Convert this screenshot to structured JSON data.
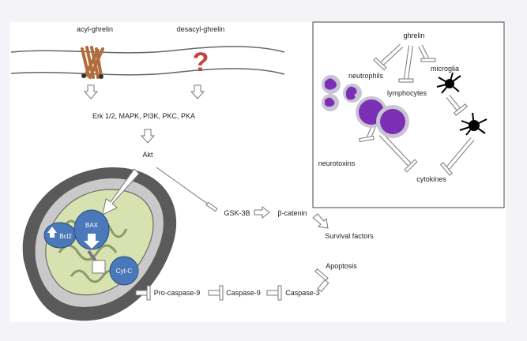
{
  "receptors": {
    "acyl": "acyl-ghrelin",
    "desacyl": "desacyl-ghrelin",
    "unknown_mark": "?"
  },
  "pathway": {
    "kinases": "Erk 1/2, MAPK, PI3K, PKC, PKA",
    "akt": "Akt",
    "gsk": "GSK-3B",
    "beta_catenin": "β-catenin",
    "survival": "Survival factors",
    "apoptosis": "Apoptosis",
    "procaspase9": "Pro-caspase-9",
    "caspase9": "Caspase-9",
    "caspase3": "Caspase-3"
  },
  "mitochondrion": {
    "bcl2": "Bcl2",
    "bax": "BAX",
    "cytc": "Cyt-C"
  },
  "inset": {
    "ghrelin": "ghrelin",
    "neutrophils": "neutrophils",
    "microglia": "microglia",
    "lymphocytes": "lymphocytes",
    "neurotoxins": "neurotoxins",
    "cytokines": "cytokines"
  },
  "colors": {
    "background": "#f3f3f8",
    "panel": "#ffffff",
    "protein_blue": "#4a78b8",
    "receptor_brown": "#b26b3a",
    "question_red": "#c0453d",
    "mito_green": "#d7e2b0",
    "cell_purple": "#7b2fb5"
  }
}
